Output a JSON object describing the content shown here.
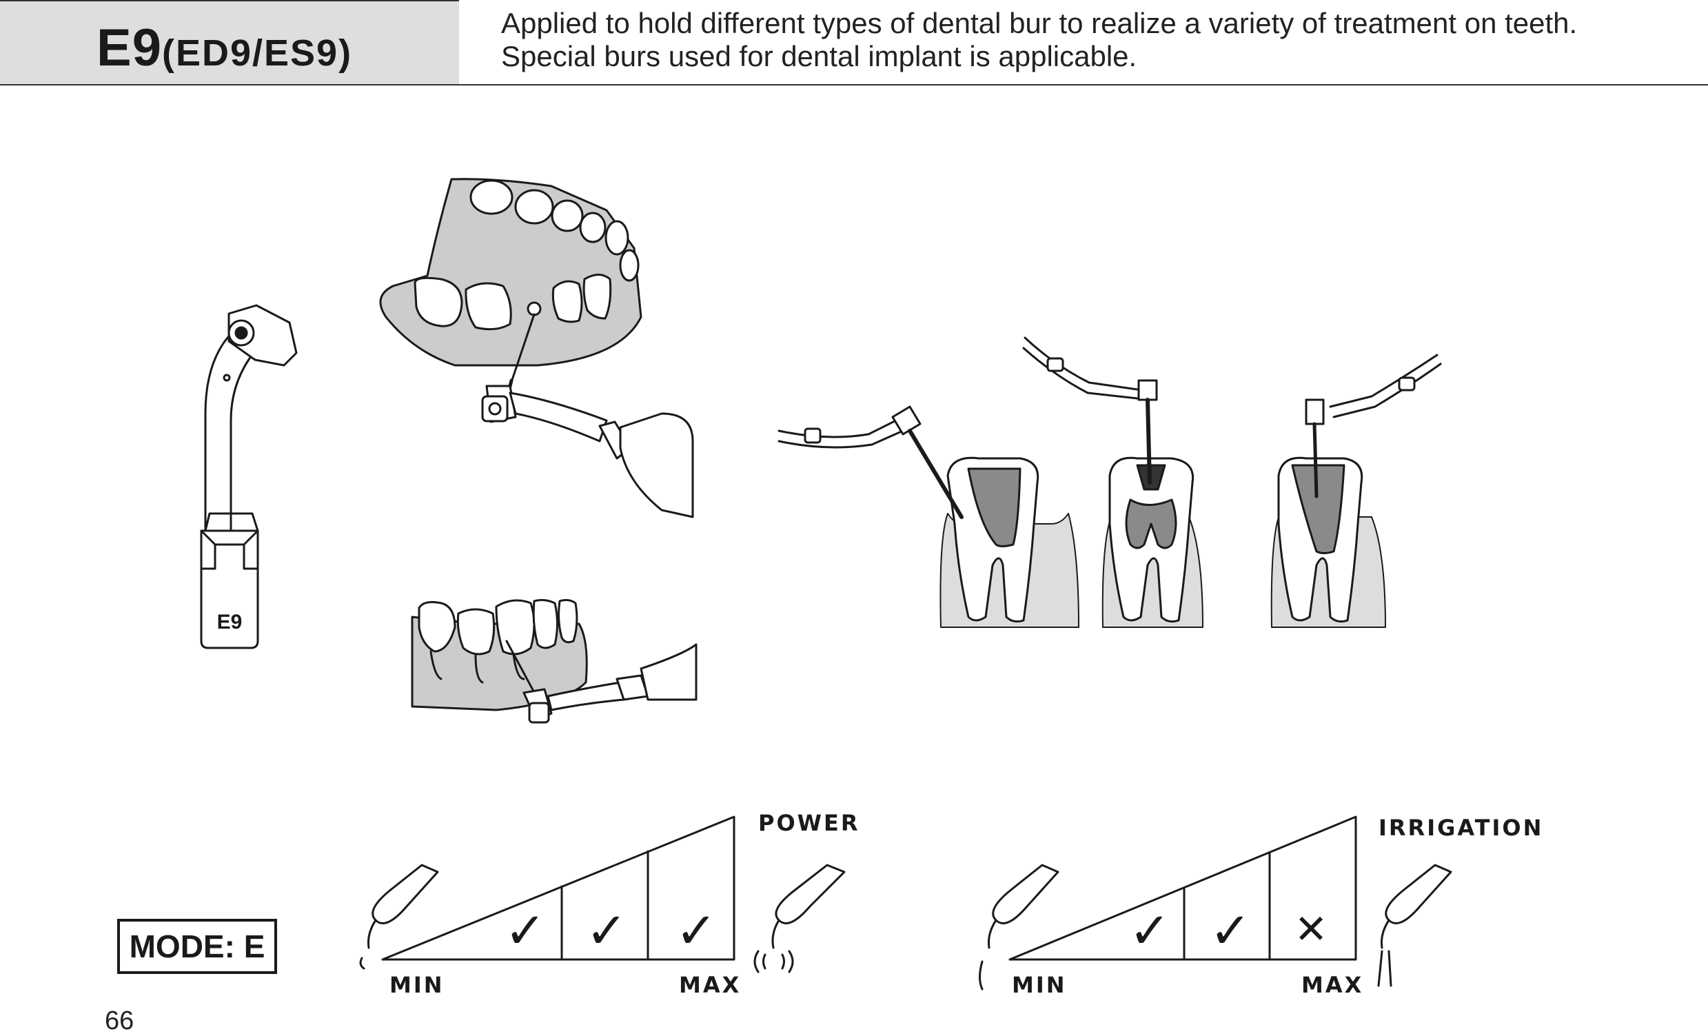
{
  "header": {
    "code": "E9",
    "variants": "(ED9/ES9)",
    "description_line1": "Applied to hold different types of dental bur to realize a variety of treatment on teeth.",
    "description_line2": "Special burs used for dental implant is applicable."
  },
  "tip_label": "E9",
  "mode_label": "MODE: E",
  "power_scale": {
    "title": "POWER",
    "min_label": "MIN",
    "max_label": "MAX",
    "marks": [
      "check",
      "check",
      "check"
    ]
  },
  "irrigation_scale": {
    "title": "IRRIGATION",
    "min_label": "MIN",
    "max_label": "MAX",
    "marks": [
      "check",
      "check",
      "cross"
    ]
  },
  "page_number": "66",
  "colors": {
    "gum": "#cccccc",
    "pulp": "#8a8a8a",
    "line": "#1a1a1a",
    "header_bg": "#dedede"
  }
}
